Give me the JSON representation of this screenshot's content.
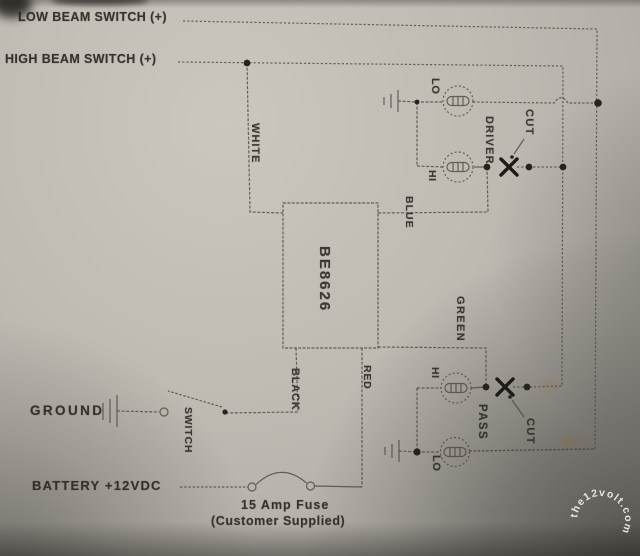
{
  "colors": {
    "paper": "#bfbbb3",
    "ink": "#2c2822",
    "line": "#4b463e",
    "watermark_text": "#f2f0ea"
  },
  "labels": {
    "low_beam_switch": "LOW BEAM SWITCH (+)",
    "high_beam_switch": "HIGH BEAM SWITCH (+)",
    "ground": "GROUND",
    "battery": "BATTERY +12VDC",
    "fuse_line1": "15 Amp Fuse",
    "fuse_line2": "(Customer Supplied)",
    "module": "BE8626",
    "switch": "SWITCH",
    "driver": "DRIVER",
    "passenger": "PASS",
    "cut": "CUT",
    "hi": "HI",
    "lo": "LO"
  },
  "wire_labels": {
    "white": "WHITE",
    "blue": "BLUE",
    "green": "GREEN",
    "black": "BLACK",
    "red": "RED"
  },
  "watermark": "the12volt.com"
}
